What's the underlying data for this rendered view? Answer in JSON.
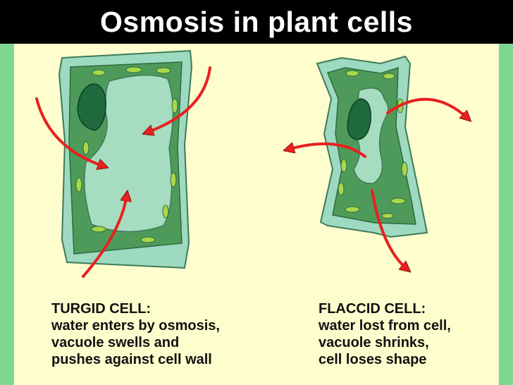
{
  "title": "Osmosis in plant cells",
  "turgid": {
    "heading": "TURGID CELL:",
    "lines": [
      "water enters by osmosis,",
      "vacuole swells and",
      "pushes against cell wall"
    ]
  },
  "flaccid": {
    "heading": "FLACCID CELL:",
    "lines": [
      "water lost from cell,",
      "vacuole shrinks,",
      "cell loses shape"
    ]
  },
  "colors": {
    "background": "#fdfdce",
    "side_strip": "#7fd691",
    "title_bar": "#000000",
    "cell_wall": "#9ed9c1",
    "cytoplasm": "#4e9a5b",
    "vacuole": "#a6dcc0",
    "nucleus": "#1f6a3c",
    "chloroplast": "#a8d84a",
    "arrow": "#e8201e"
  }
}
